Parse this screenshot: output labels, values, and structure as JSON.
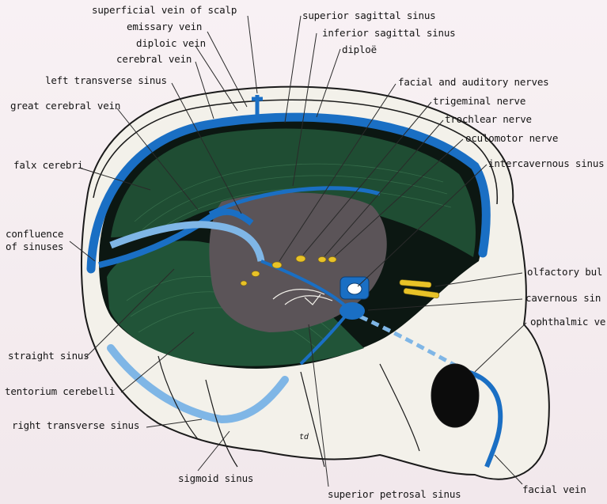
{
  "labels": {
    "superficial_vein_of_scalp": "superficial vein of scalp",
    "emissary_vein": "emissary vein",
    "diploic_vein": "diploic vein",
    "cerebral_vein": "cerebral vein",
    "left_transverse_sinus": "left transverse sinus",
    "great_cerebral_vein": "great cerebral vein",
    "falx_cerebri": "falx cerebri",
    "confluence_line1": "confluence",
    "confluence_line2": "of sinuses",
    "straight_sinus": "straight sinus",
    "tentorium_cerebelli": "tentorium cerebelli",
    "right_transverse_sinus": "right transverse sinus",
    "sigmoid_sinus": "sigmoid sinus",
    "superior_sagittal_sinus": "superior sagittal sinus",
    "inferior_sagittal_sinus": "inferior sagittal sinus",
    "diploe": "diploë",
    "facial_and_auditory_nerves": "facial and auditory nerves",
    "trigeminal_nerve": "trigeminal nerve",
    "trochlear_nerve": "trochlear  nerve",
    "oculomotor_nerve": "oculomotor nerve",
    "intercavernous_sinus": "intercavernous sinus",
    "olfactory_bulb": "olfactory bul",
    "cavernous_sinus": "cavernous sin",
    "ophthalmic_vein": "ophthalmic ve",
    "superior_petrosal_sinus": "superior petrosal sinus",
    "facial_vein": "facial vein",
    "artist_initials": "td"
  },
  "colors": {
    "sinus_blue": "#1a6fc4",
    "light_sinus_blue": "#7fb6e6",
    "falx_green": "#1f4d33",
    "bone": "#f3f1ea",
    "nerve_yellow": "#e8c227",
    "brain_fossa_gray": "#5b5458"
  }
}
